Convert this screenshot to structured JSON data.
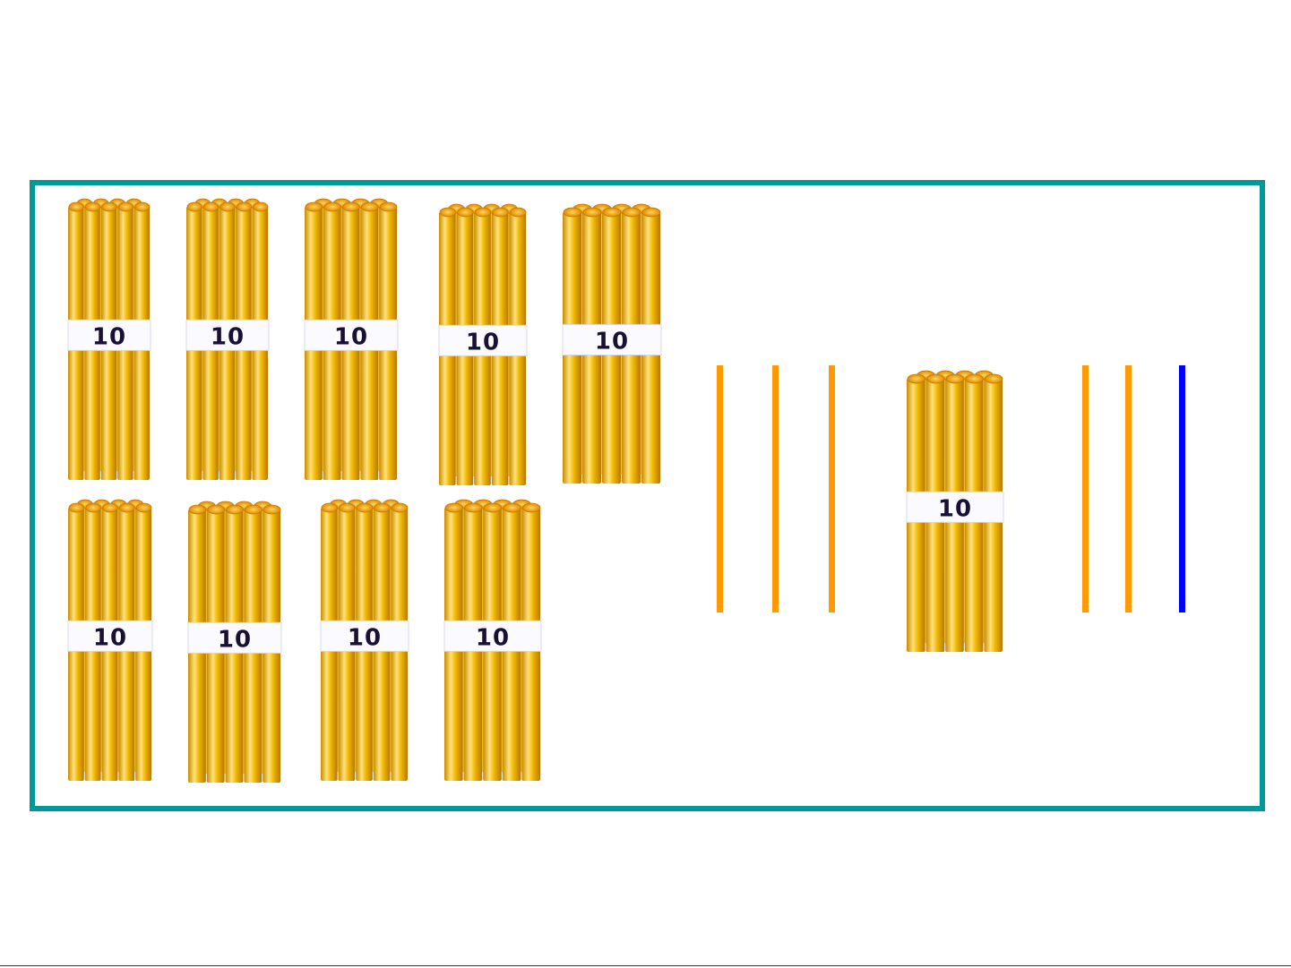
{
  "bundle_label": "10",
  "colors": {
    "frame": "#009999",
    "stick_orange": "#ff9900",
    "stick_blue": "#0000ff",
    "bundle_gold": "#f2b800",
    "label_text": "#1a1033"
  },
  "bundles": [
    {
      "label": "10"
    },
    {
      "label": "10"
    },
    {
      "label": "10"
    },
    {
      "label": "10"
    },
    {
      "label": "10"
    },
    {
      "label": "10"
    },
    {
      "label": "10"
    },
    {
      "label": "10"
    },
    {
      "label": "10"
    },
    {
      "label": "10"
    }
  ],
  "sticks": [
    {
      "color": "orange"
    },
    {
      "color": "orange"
    },
    {
      "color": "orange"
    },
    {
      "color": "orange"
    },
    {
      "color": "orange"
    },
    {
      "color": "blue"
    }
  ]
}
